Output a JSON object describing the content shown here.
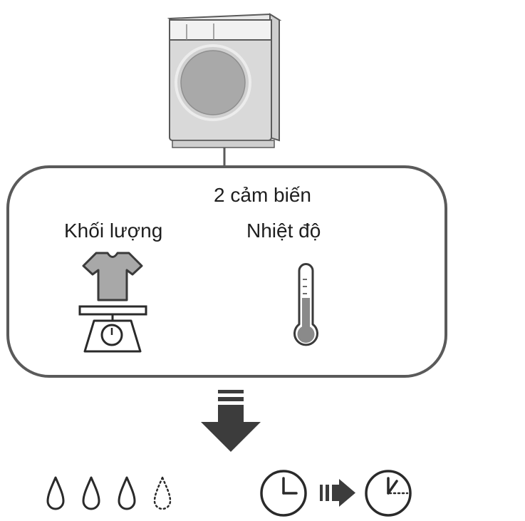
{
  "sensor_box": {
    "title": "2 cảm biến",
    "weight_label": "Khối lượng",
    "temperature_label": "Nhiệt độ"
  },
  "icons": {
    "machine": "washing-machine-icon",
    "weight": "clothes-scale-icon",
    "temperature": "thermometer-icon",
    "arrow": "down-arrow-icon",
    "water": "water-drop-icon",
    "time": "clock-icon"
  },
  "result": {
    "water_drops": {
      "solid": 3,
      "dotted": 1
    }
  },
  "colors": {
    "outline": "#5a5a5a",
    "fill_gray": "#bdbdbd",
    "dark": "#3a3a3a"
  }
}
